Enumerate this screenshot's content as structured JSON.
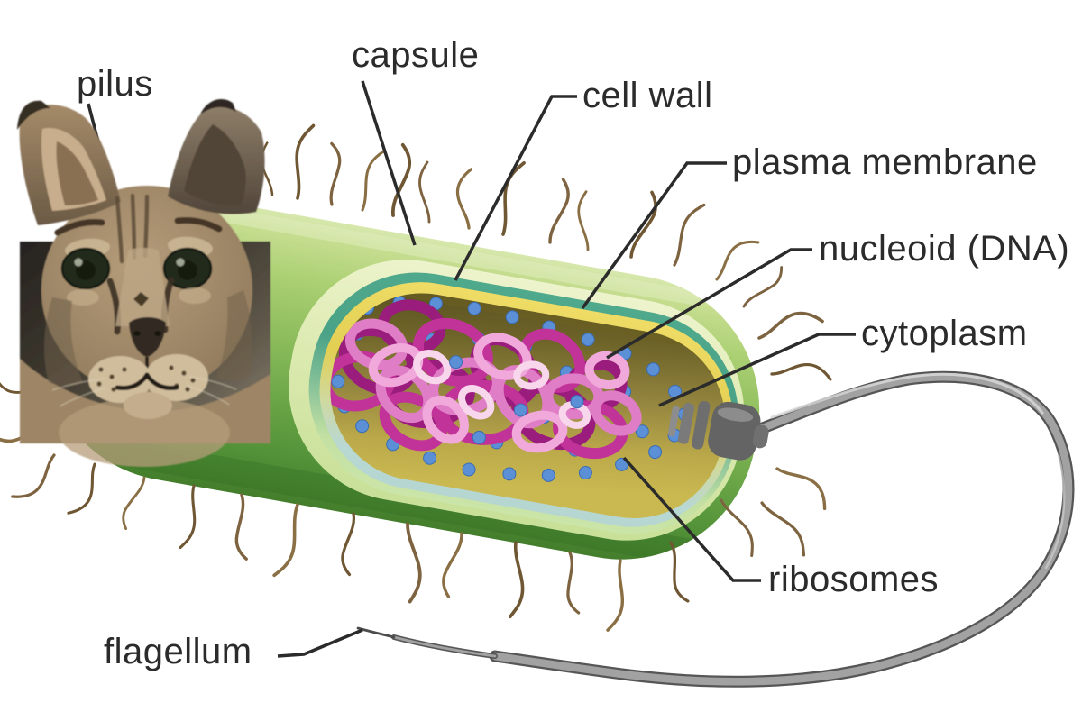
{
  "page": {
    "background": "#ffffff",
    "description": "Labeled biology diagram of a prokaryotic bacterial cell (capsule-shaped, green, with pili and a long flagellum) with a caracal cat photo (Floppa meme) pasted over the left end of the cell where the pilus label points"
  },
  "labels": {
    "pilus": "pilus",
    "capsule": "capsule",
    "cell_wall": "cell wall",
    "plasma_membrane": "plasma membrane",
    "nucleoid": "nucleoid (DNA)",
    "cytoplasm": "cytoplasm",
    "ribosomes": "ribosomes",
    "flagellum": "flagellum"
  },
  "colors": {
    "label_text": "#2b2b2b",
    "leader_line": "#2b2b2b",
    "capsule_green_light": "#c6dd90",
    "capsule_green_dark": "#529138",
    "cell_wall_teal": "#4fa98c",
    "plasma_membrane_yellow": "#e8d65e",
    "cytoplasm_olive_dark": "#6e6429",
    "cytoplasm_gold": "#cab851",
    "ribosome_blue": "#5b90d6",
    "nucleoid_magenta": "#c13399",
    "nucleoid_pink_light": "#f0a9da",
    "pilus_brown": "#7d6340",
    "flagellum_gray": "#a2a2a2",
    "cat_fur_tan": "#9a8465",
    "photo_background_dark": "#2e2a24"
  }
}
